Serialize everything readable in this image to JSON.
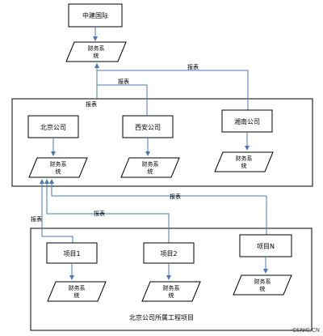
{
  "top": {
    "company": "中建国际",
    "system_line1": "财务系",
    "system_line2": "统"
  },
  "report_label": "报表",
  "regional": {
    "companies": [
      "北京公司",
      "西安公司",
      "湘南公司"
    ],
    "system_line1": "财务系",
    "system_line2": "统"
  },
  "projects": {
    "items": [
      "项目1",
      "项目2",
      "项目N"
    ],
    "system_line1": "财务系",
    "system_line2": "统",
    "caption": "北京公司所属工程项目"
  },
  "watermark": "CSNIC.CN"
}
